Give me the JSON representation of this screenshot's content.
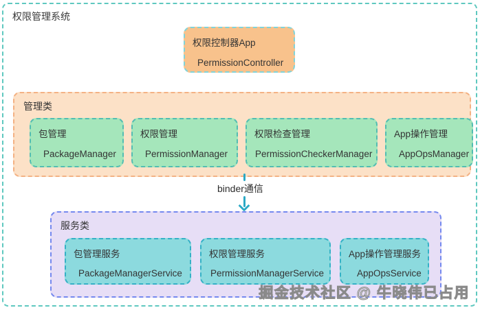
{
  "diagram": {
    "title": "权限管理系统",
    "controller_box": {
      "label": "权限控制器App",
      "class_name": "PermissionController"
    },
    "manager_group": {
      "label": "管理类",
      "boxes": [
        {
          "label": "包管理",
          "class_name": "PackageManager"
        },
        {
          "label": "权限管理",
          "class_name": "PermissionManager"
        },
        {
          "label": "权限检查管理",
          "class_name": "PermissionCheckerManager"
        },
        {
          "label": "App操作管理",
          "class_name": "AppOpsManager"
        }
      ]
    },
    "connection": {
      "label": "binder通信"
    },
    "service_group": {
      "label": "服务类",
      "boxes": [
        {
          "label": "包管理服务",
          "class_name": "PackageManagerService"
        },
        {
          "label": "权限管理服务",
          "class_name": "PermissionManagerService"
        },
        {
          "label": "App操作管理服务",
          "class_name": "AppOpsService"
        }
      ]
    },
    "watermark": "掘金技术社区 @ 牛晓伟已占用",
    "colors": {
      "outer_border": "#5ec8bf",
      "controller_fill": "#f8c28c",
      "controller_border": "#82d3d8",
      "manager_group_fill": "#fce1c7",
      "manager_group_border": "#f3b183",
      "manager_box_fill": "#a5e6bb",
      "manager_box_border": "#53bdb2",
      "service_group_fill": "#e7def6",
      "service_group_border": "#7488ee",
      "service_box_fill": "#8cdade",
      "service_box_border": "#35b1c6",
      "arrow": "#2ba9c5",
      "text": "#343434"
    }
  }
}
